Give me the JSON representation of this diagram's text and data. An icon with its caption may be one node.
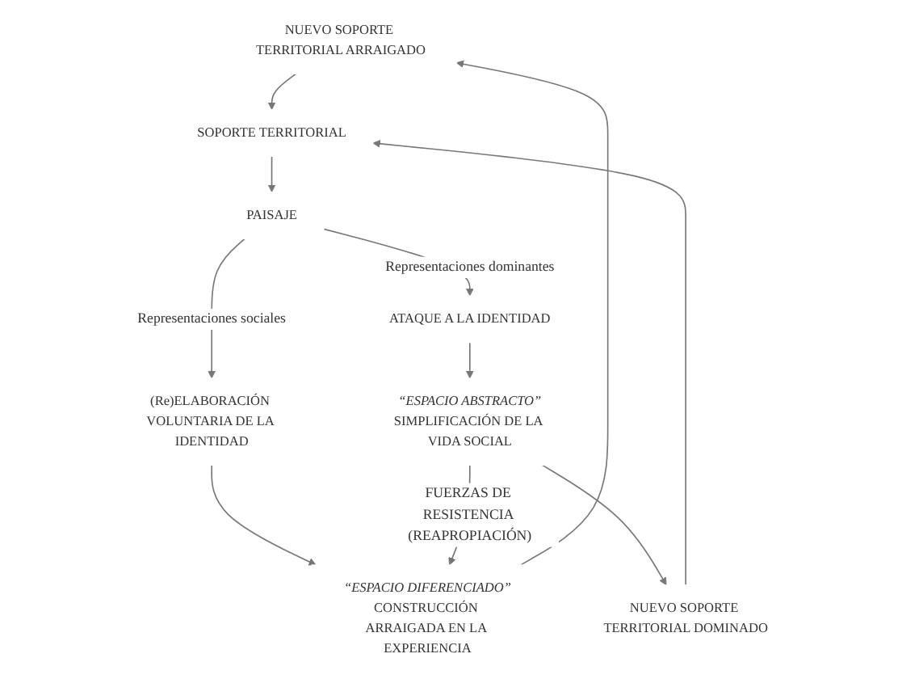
{
  "diagram": {
    "nodes": [
      {
        "text": [
          "NUEVO SOPORTE TERRITORIAL ARRAIGADO"
        ]
      },
      {
        "text": [
          "NUEVO SOPORTE TERRITORIAL DOMINADO"
        ]
      },
      {
        "text": [
          "SOPORTE TERRITORIAL"
        ]
      },
      {
        "text": [
          "PAISAJE"
        ]
      },
      {
        "text": [
          "(Re)ELABORACIÓN VOLUNTARIA DE LA IDENTIDAD"
        ]
      },
      {
        "text": [
          "ATAQUE A LA IDENTIDAD"
        ]
      },
      {
        "text": [
          "“ESPACIO DIFERENCIADO”",
          "CONSTRUCCIÓN ARRAIGADA EN LA EXPERIENCIA"
        ]
      },
      {
        "text": [
          "“ESPACIO ABSTRACTO”",
          "SIMPLIFICACIÓN DE LA VIDA SOCIAL"
        ]
      }
    ],
    "edges": [
      {
        "from": 0,
        "to": 2,
        "arrow": "to"
      },
      {
        "from": 1,
        "to": 2,
        "arrow": "to"
      },
      {
        "from": 2,
        "to": 3,
        "arrow": "to"
      },
      {
        "from": 3,
        "to": 4,
        "arrow": "to",
        "label": "Representaciones sociales"
      },
      {
        "from": 3,
        "to": 5,
        "arrow": "to",
        "label": "Representaciones dominantes"
      },
      {
        "from": 4,
        "to": 6,
        "arrow": "to"
      },
      {
        "from": 5,
        "to": 7,
        "arrow": "to"
      },
      {
        "from": 6,
        "to": 0,
        "arrow": "to"
      },
      {
        "from": 7,
        "to": 1,
        "arrow": "to"
      },
      {
        "from": 7,
        "to": 6,
        "arrow": "to",
        "label": "FUERZAS DE RESISTENCIA (REAPROPIACIÓN)"
      }
    ]
  }
}
